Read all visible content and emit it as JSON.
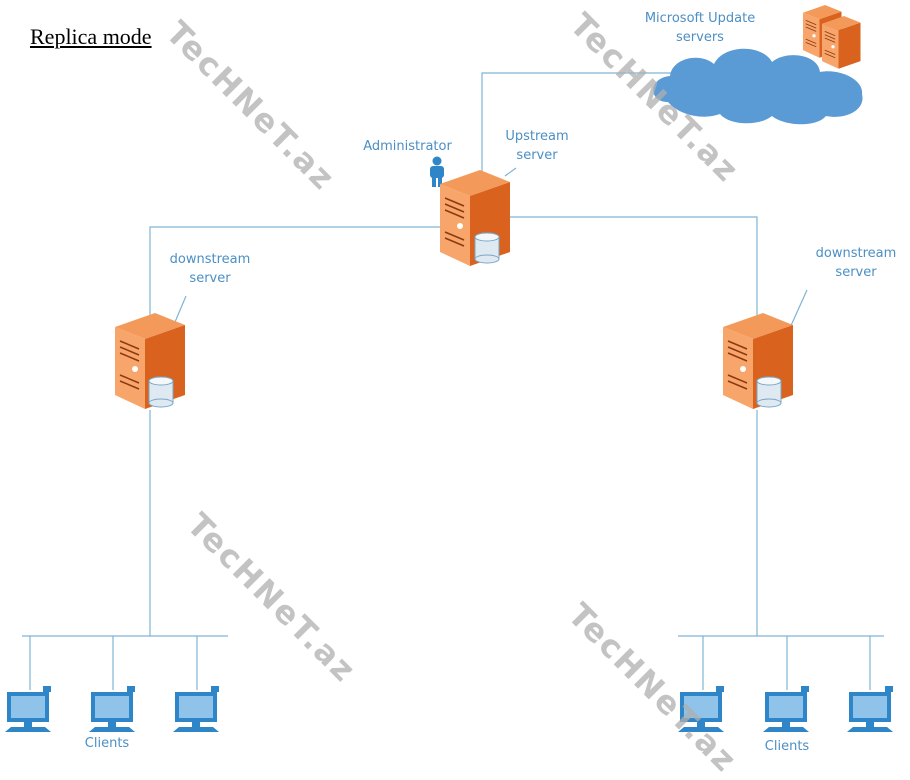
{
  "title": "Replica mode",
  "labels": {
    "microsoft_update": "Microsoft Update",
    "microsoft_update_2": "servers",
    "administrator": "Administrator",
    "upstream": "Upstream",
    "upstream_2": "server",
    "downstream_left": "downstream",
    "downstream_left_2": "server",
    "downstream_right": "downstream",
    "downstream_right_2": "server",
    "clients_left": "Clients",
    "clients_right": "Clients"
  },
  "watermark": "TecHNeT.az",
  "colors": {
    "line": "#7fb3d5",
    "label": "#4b8fc4",
    "cloud": "#5b9bd5",
    "server": "#e8722c",
    "monitor": "#2e86c8",
    "person": "#2e86c8"
  }
}
